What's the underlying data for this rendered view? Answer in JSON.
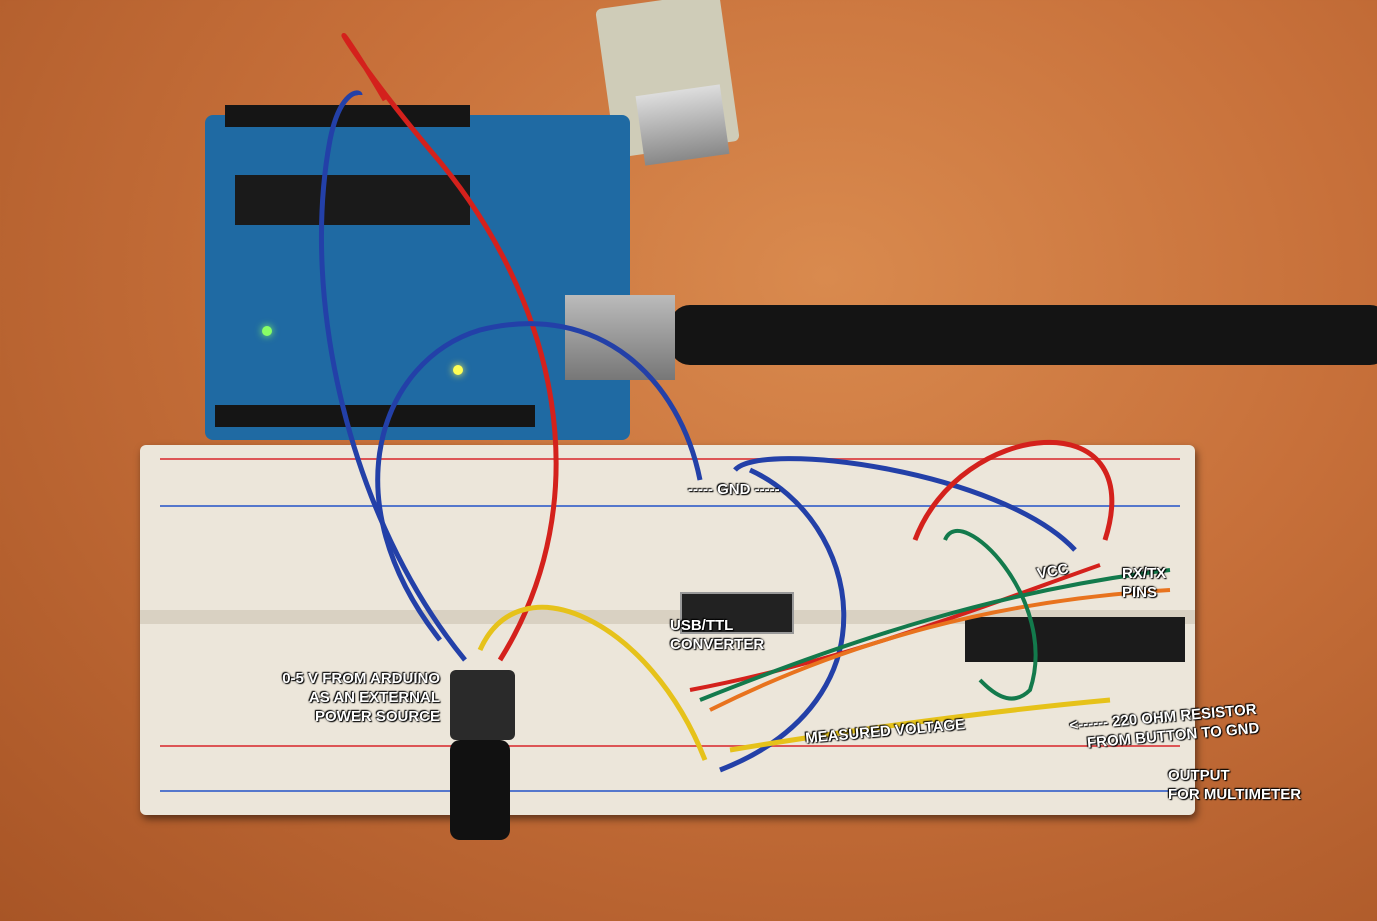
{
  "labels": {
    "gnd": "----- GND -----",
    "vcc": "VCC",
    "rxtx": [
      "RX/TX",
      "PINS"
    ],
    "usb_ttl": [
      "USB/TTL",
      "CONVERTER"
    ],
    "power": [
      "0-5 V FROM ARDUINO",
      "AS AN EXTERNAL",
      "POWER SOURCE"
    ],
    "measured": "MEASURED VOLTAGE",
    "resistor": [
      "<------ 220 OHM RESISTOR",
      "FROM BUTTON TO GND"
    ],
    "output": [
      "OUTPUT",
      "FOR MULTIMETER"
    ]
  },
  "wire_colors": {
    "red": "#d4211c",
    "blue": "#2340a8",
    "yellow": "#e6c21a",
    "green": "#137a4c",
    "orange": "#e8731e"
  }
}
